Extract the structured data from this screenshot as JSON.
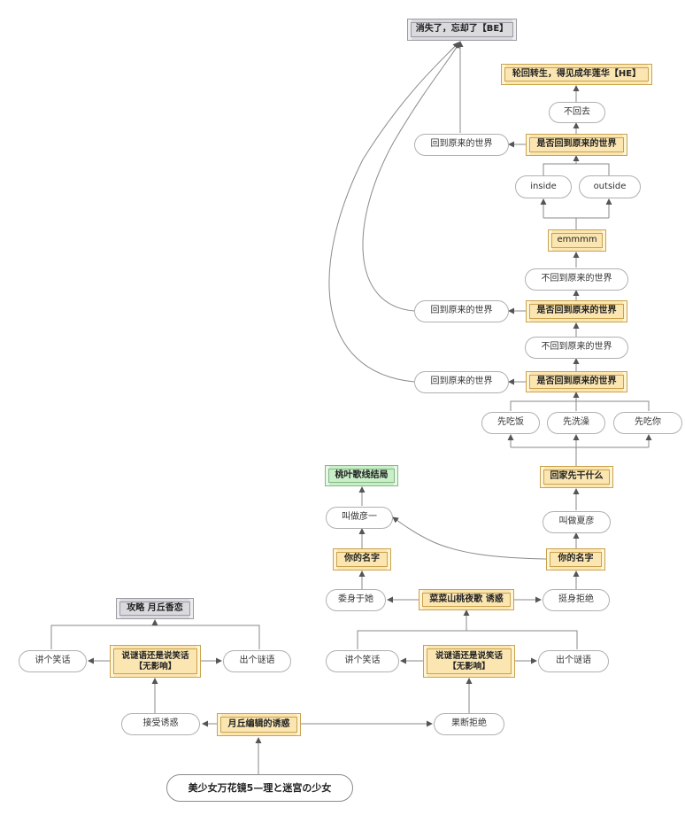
{
  "nodes": {
    "root": "美少女万花镜5—理と迷宮の少女",
    "yuekiu_temptation": "月丘编辑的诱惑",
    "accept_temptation": "接受诱惑",
    "refuse_decisively": "果断拒绝",
    "left_riddle_choice": "说谜语还是说笑话\n【无影响】",
    "left_tell_joke": "讲个笑话",
    "left_give_riddle": "出个谜语",
    "route_yueqiu": "攻略 月丘香恋",
    "right_riddle_choice": "说谜语还是说笑话\n【无影响】",
    "right_tell_joke": "讲个笑话",
    "right_give_riddle": "出个谜语",
    "caicai_temptation": "菜菜山桃夜歌 诱惑",
    "give_self": "委身于她",
    "refuse_firmly": "挺身拒绝",
    "your_name_left": "你的名字",
    "called_yiyi": "叫做彦一",
    "ending_taoye": "桃叶歌线结局",
    "your_name_right": "你的名字",
    "called_xiayan": "叫做夏彦",
    "home_first": "回家先干什么",
    "eat_first": "先吃饭",
    "bath_first": "先洗澡",
    "eat_you_first": "先吃你",
    "return_q1": "是否回到原来的世界",
    "return_1": "回到原来的世界",
    "not_return_1": "不回到原来的世界",
    "return_q2": "是否回到原来的世界",
    "return_2": "回到原来的世界",
    "not_return_2": "不回到原来的世界",
    "emmmm": "emmmm",
    "inside": "inside",
    "outside": "outside",
    "return_q3": "是否回到原来的世界",
    "return_3": "回到原来的世界",
    "not_go_back": "不回去",
    "ending_he": "轮回转生，得见成年莲华【HE】",
    "ending_be": "消失了，忘却了【BE】"
  }
}
